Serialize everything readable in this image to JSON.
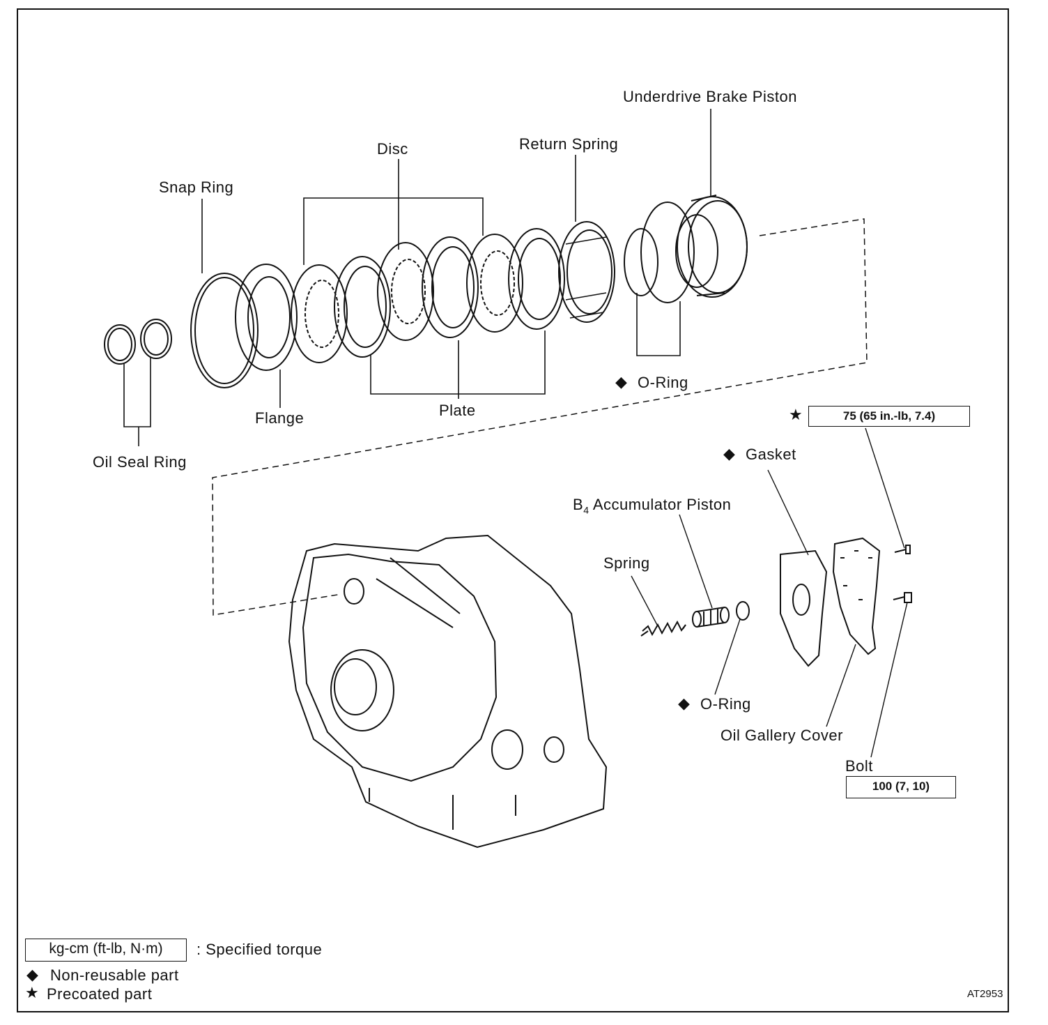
{
  "labels": {
    "underdrive_brake_piston": "Underdrive Brake Piston",
    "return_spring": "Return Spring",
    "disc": "Disc",
    "snap_ring": "Snap Ring",
    "oil_seal_ring": "Oil Seal Ring",
    "flange": "Flange",
    "plate": "Plate",
    "o_ring_top": "O-Ring",
    "gasket": "Gasket",
    "b4_prefix": "B",
    "b4_sub": "4",
    "b4_suffix": " Accumulator Piston",
    "spring": "Spring",
    "o_ring_bottom": "O-Ring",
    "oil_gallery_cover": "Oil Gallery Cover",
    "bolt": "Bolt"
  },
  "torque": {
    "precoated_bolt": "75 (65 in.-lb, 7.4)",
    "bolt": "100 (7, 10)"
  },
  "symbols": {
    "diamond": "◆",
    "star": "★"
  },
  "legend": {
    "torque_units": "kg-cm (ft-lb, N·m)",
    "torque_desc": ":  Specified torque",
    "non_reusable": "Non-reusable part",
    "precoated": "Precoated part"
  },
  "figure_code": "AT2953"
}
